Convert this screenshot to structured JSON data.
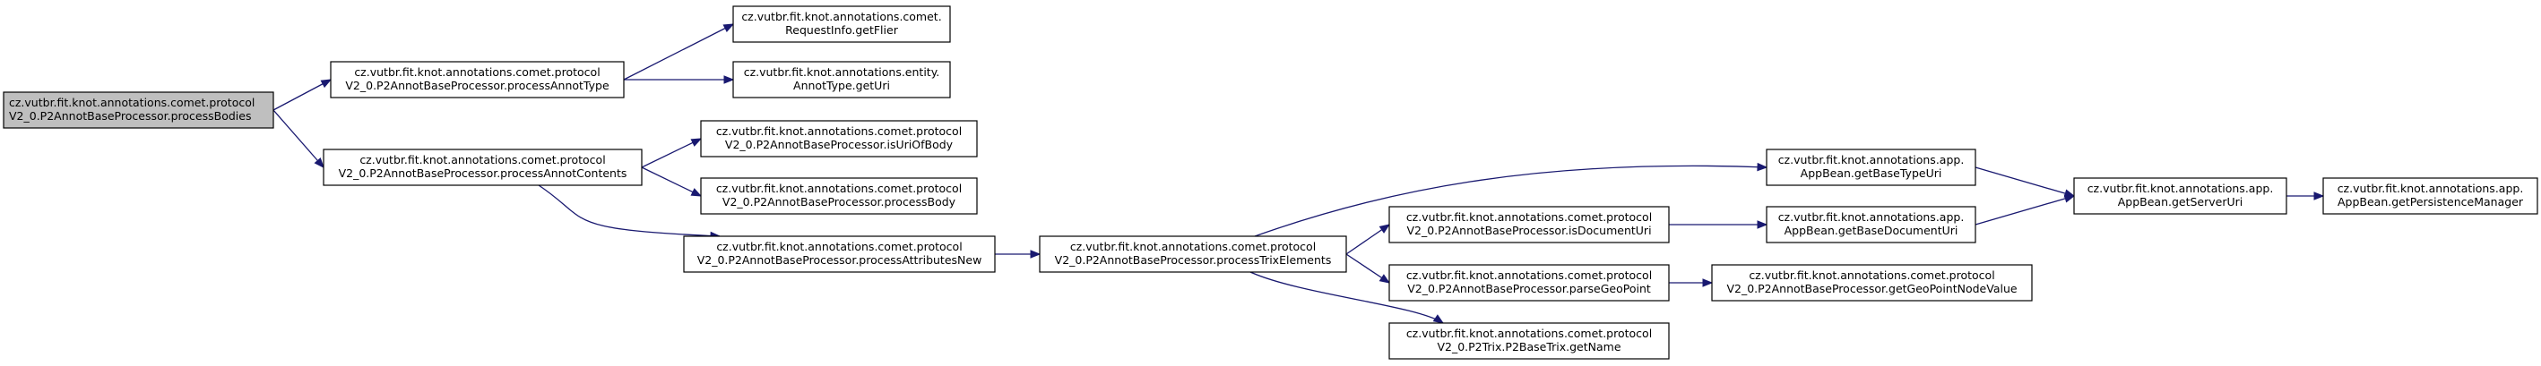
{
  "nodes": {
    "processBodies": [
      "cz.vutbr.fit.knot.annotations.comet.protocol",
      "V2_0.P2AnnotBaseProcessor.processBodies"
    ],
    "processAnnotType": [
      "cz.vutbr.fit.knot.annotations.comet.protocol",
      "V2_0.P2AnnotBaseProcessor.processAnnotType"
    ],
    "getFlier": [
      "cz.vutbr.fit.knot.annotations.comet.",
      "RequestInfo.getFlier"
    ],
    "getUri": [
      "cz.vutbr.fit.knot.annotations.entity.",
      "AnnotType.getUri"
    ],
    "processAnnotContents": [
      "cz.vutbr.fit.knot.annotations.comet.protocol",
      "V2_0.P2AnnotBaseProcessor.processAnnotContents"
    ],
    "isUriOfBody": [
      "cz.vutbr.fit.knot.annotations.comet.protocol",
      "V2_0.P2AnnotBaseProcessor.isUriOfBody"
    ],
    "processBody": [
      "cz.vutbr.fit.knot.annotations.comet.protocol",
      "V2_0.P2AnnotBaseProcessor.processBody"
    ],
    "processAttributesNew": [
      "cz.vutbr.fit.knot.annotations.comet.protocol",
      "V2_0.P2AnnotBaseProcessor.processAttributesNew"
    ],
    "processTrixElements": [
      "cz.vutbr.fit.knot.annotations.comet.protocol",
      "V2_0.P2AnnotBaseProcessor.processTrixElements"
    ],
    "getBaseTypeUri": [
      "cz.vutbr.fit.knot.annotations.app.",
      "AppBean.getBaseTypeUri"
    ],
    "isDocumentUri": [
      "cz.vutbr.fit.knot.annotations.comet.protocol",
      "V2_0.P2AnnotBaseProcessor.isDocumentUri"
    ],
    "parseGeoPoint": [
      "cz.vutbr.fit.knot.annotations.comet.protocol",
      "V2_0.P2AnnotBaseProcessor.parseGeoPoint"
    ],
    "getName": [
      "cz.vutbr.fit.knot.annotations.comet.protocol",
      "V2_0.P2Trix.P2BaseTrix.getName"
    ],
    "getBaseDocumentUri": [
      "cz.vutbr.fit.knot.annotations.app.",
      "AppBean.getBaseDocumentUri"
    ],
    "getGeoPointNodeValue": [
      "cz.vutbr.fit.knot.annotations.comet.protocol",
      "V2_0.P2AnnotBaseProcessor.getGeoPointNodeValue"
    ],
    "getServerUri": [
      "cz.vutbr.fit.knot.annotations.app.",
      "AppBean.getServerUri"
    ],
    "getPersistenceManager": [
      "cz.vutbr.fit.knot.annotations.app.",
      "AppBean.getPersistenceManager"
    ]
  },
  "edges": [
    [
      "processBodies",
      "processAnnotType"
    ],
    [
      "processBodies",
      "processAnnotContents"
    ],
    [
      "processAnnotType",
      "getFlier"
    ],
    [
      "processAnnotType",
      "getUri"
    ],
    [
      "processAnnotContents",
      "isUriOfBody"
    ],
    [
      "processAnnotContents",
      "processBody"
    ],
    [
      "processAnnotContents",
      "processAttributesNew"
    ],
    [
      "processAttributesNew",
      "processTrixElements"
    ],
    [
      "processTrixElements",
      "getBaseTypeUri"
    ],
    [
      "processTrixElements",
      "isDocumentUri"
    ],
    [
      "processTrixElements",
      "parseGeoPoint"
    ],
    [
      "processTrixElements",
      "getName"
    ],
    [
      "isDocumentUri",
      "getBaseDocumentUri"
    ],
    [
      "parseGeoPoint",
      "getGeoPointNodeValue"
    ],
    [
      "getBaseTypeUri",
      "getServerUri"
    ],
    [
      "getBaseDocumentUri",
      "getServerUri"
    ],
    [
      "getServerUri",
      "getPersistenceManager"
    ]
  ]
}
